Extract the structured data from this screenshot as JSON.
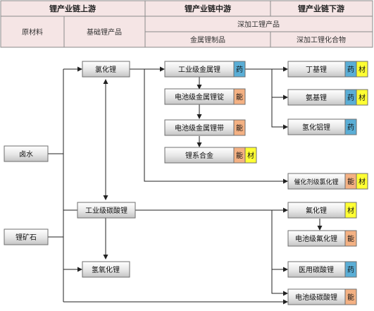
{
  "header": {
    "upstream": "锂产业链上游",
    "midstream": "锂产业链中游",
    "downstream": "锂产业链下游",
    "raw_materials": "原材料",
    "basic_products": "基础锂产品",
    "deep_processing": "深加工锂产品",
    "metal_products": "金属锂制品",
    "deep_compounds": "深加工锂化合物"
  },
  "nodes": {
    "brine": "卤水",
    "ore": "锂矿石",
    "licl": "氯化锂",
    "li2co3_ind": "工业级碳酸锂",
    "lioh": "氢氧化锂",
    "li_ind": "工业级金属锂",
    "li_ingot": "电池级金属锂锭",
    "li_strip": "电池级金属锂带",
    "li_alloy": "锂系合金",
    "butyl": "丁基锂",
    "amide": "氨基锂",
    "alh": "氢化铝锂",
    "catalyst": "催化剂级氯化锂",
    "lif": "氟化锂",
    "lif_bat": "电池级氟化锂",
    "li2co3_med": "医用碳酸锂",
    "li2co3_bat": "电池级碳酸锂"
  },
  "tags": {
    "medicine": "药",
    "energy": "能",
    "material": "材"
  },
  "colors": {
    "header_fill": "#f5e5e5",
    "border": "#8a8a8a",
    "node_top": "#ffffff",
    "node_bottom": "#c9c9c9",
    "node_stroke": "#6f6f6f",
    "medicine_tag": "#5aaed6",
    "energy_tag": "#f4b183",
    "material_tag": "#ffff33",
    "line": "#222222"
  }
}
